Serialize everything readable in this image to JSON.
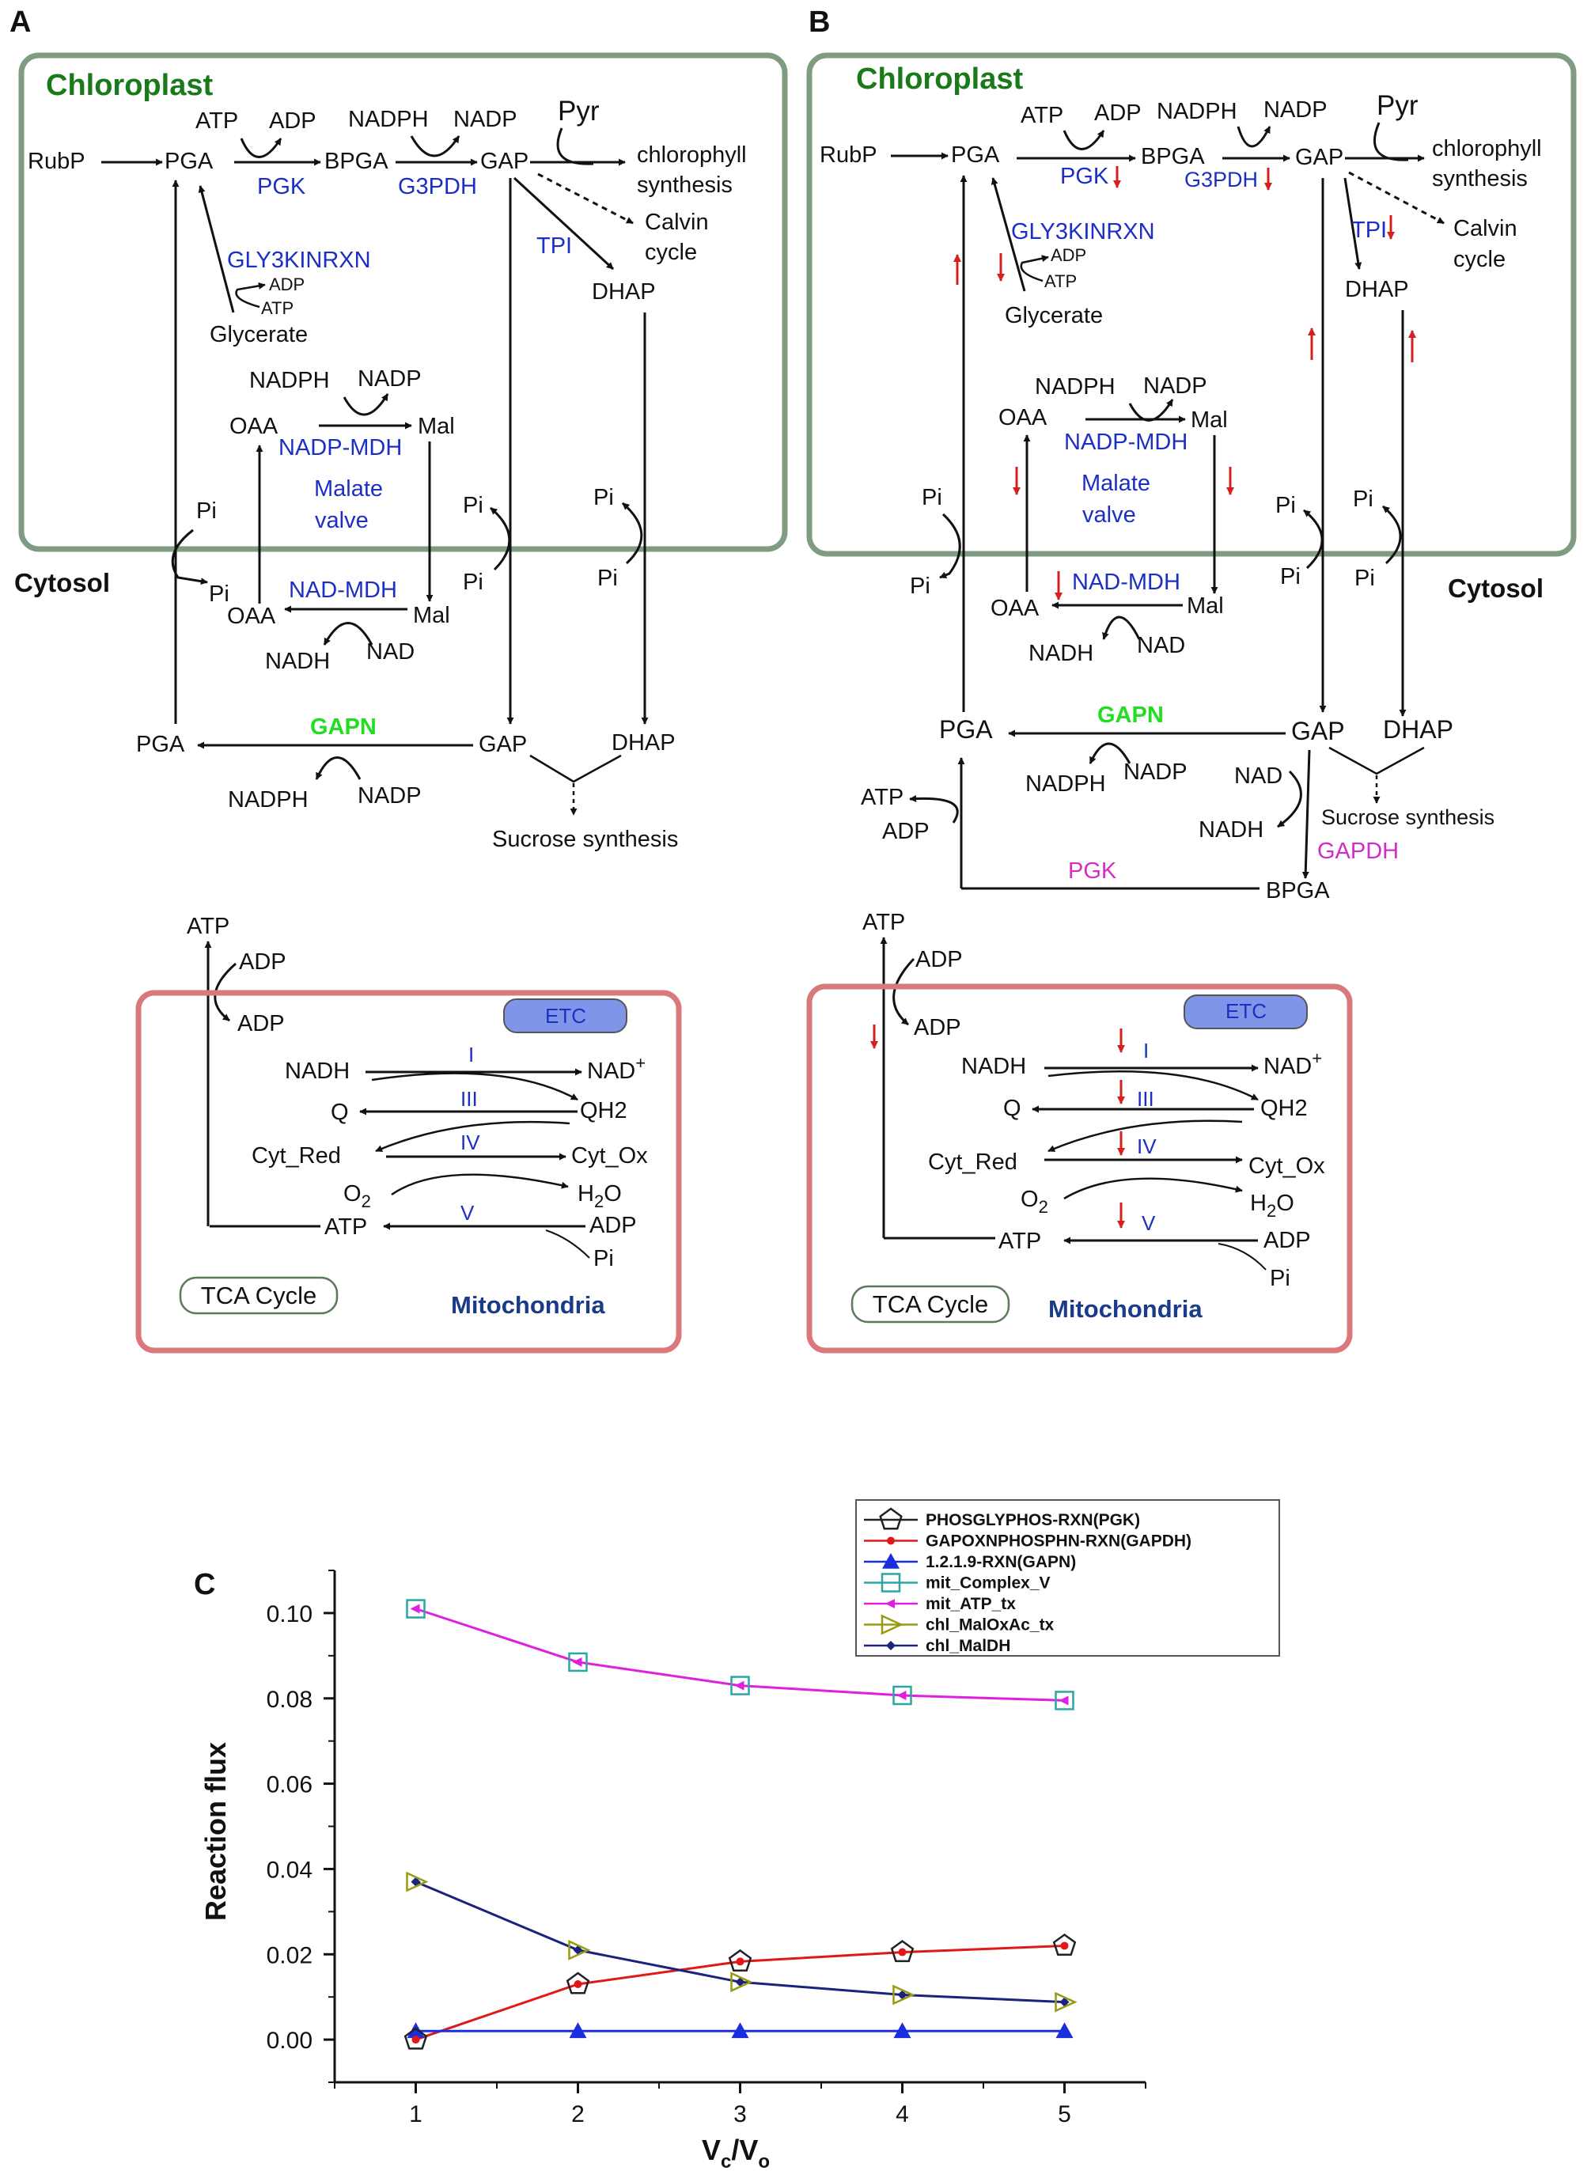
{
  "panels": {
    "a": "A",
    "b": "B",
    "c": "C"
  },
  "compartments": {
    "chloroplast": "Chloroplast",
    "cytosol": "Cytosol",
    "mitochondria": "Mitochondria",
    "tca": "TCA Cycle",
    "etc": "ETC"
  },
  "metabolites": {
    "rubp": "RubP",
    "pga": "PGA",
    "bpga": "BPGA",
    "gap": "GAP",
    "dhap": "DHAP",
    "atp": "ATP",
    "adp": "ADP",
    "nadph": "NADPH",
    "nadp": "NADP",
    "pyr": "Pyr",
    "chlorophyll": "chlorophyll",
    "synthesis": "synthesis",
    "calvin": "Calvin",
    "cycle": "cycle",
    "glycerate": "Glycerate",
    "oaa": "OAA",
    "mal": "Mal",
    "malate": "Malate",
    "valve": "valve",
    "pi": "Pi",
    "nadh": "NADH",
    "nad": "NAD",
    "sucrose": "Sucrose synthesis",
    "q": "Q",
    "qh2": "QH2",
    "cyt_red": "Cyt_Red",
    "cyt_ox": "Cyt_Ox",
    "o": "O",
    "two": "2",
    "h": "H",
    "o_char": "O",
    "plus": "+"
  },
  "enzymes": {
    "pgk": "PGK",
    "g3pdh": "G3PDH",
    "tpi": "TPI",
    "gly3": "GLY3KINRXN",
    "nadp_mdh": "NADP-MDH",
    "nad_mdh": "NAD-MDH",
    "gapn": "GAPN",
    "gapdh": "GAPDH"
  },
  "complexes": {
    "c1": "I",
    "c3": "III",
    "c4": "IV",
    "c5": "V"
  },
  "colors": {
    "chloroplast_border": "#7f9c82",
    "mito_border": "#d9797c",
    "enzyme": "#1c2fc4",
    "gapn": "#22dd22",
    "magenta": "#d42cc8",
    "etc_fill": "#7f95e8",
    "arrow_red": "#d42020"
  },
  "chart_data": {
    "type": "line",
    "xlabel_main": "V",
    "xlabel_sub1": "c",
    "xlabel_sep": "/V",
    "xlabel_sub2": "o",
    "ylabel": "Reaction flux",
    "x": [
      1,
      2,
      3,
      4,
      5
    ],
    "x_ticks": [
      "1",
      "2",
      "3",
      "4",
      "5"
    ],
    "y_ticks": [
      "0.00",
      "0.02",
      "0.04",
      "0.06",
      "0.08",
      "0.10"
    ],
    "xlim": [
      0.5,
      5.5
    ],
    "ylim": [
      -0.01,
      0.11
    ],
    "legend_position": "top-right",
    "series": [
      {
        "name": "PHOSGLYPHOS-RXN(PGK)",
        "marker": "pentagon",
        "color": "#222222",
        "values": [
          0.0,
          0.013,
          0.0183,
          0.0205,
          0.022
        ]
      },
      {
        "name": "GAPOXNPHOSPHN-RXN(GAPDH)",
        "marker": "dot",
        "color": "#e01818",
        "values": [
          0.0,
          0.013,
          0.0183,
          0.0205,
          0.022
        ]
      },
      {
        "name": "1.2.1.9-RXN(GAPN)",
        "marker": "triangle",
        "color": "#1a2ee0",
        "values": [
          0.002,
          0.002,
          0.002,
          0.002,
          0.002
        ]
      },
      {
        "name": "mit_Complex_V",
        "marker": "square",
        "color": "#2aa6a6",
        "values": [
          0.101,
          0.0885,
          0.083,
          0.0807,
          0.0795
        ]
      },
      {
        "name": "mit_ATP_tx",
        "marker": "leftarrow",
        "color": "#e020e0",
        "values": [
          0.101,
          0.0885,
          0.083,
          0.0807,
          0.0795
        ]
      },
      {
        "name": "chl_MalOxAc_tx",
        "marker": "righttri",
        "color": "#9a9a10",
        "values": [
          0.037,
          0.021,
          0.0135,
          0.0105,
          0.0088
        ]
      },
      {
        "name": "chl_MalDH",
        "marker": "diamond",
        "color": "#1a237e",
        "values": [
          0.037,
          0.021,
          0.0135,
          0.0105,
          0.0088
        ]
      }
    ]
  }
}
